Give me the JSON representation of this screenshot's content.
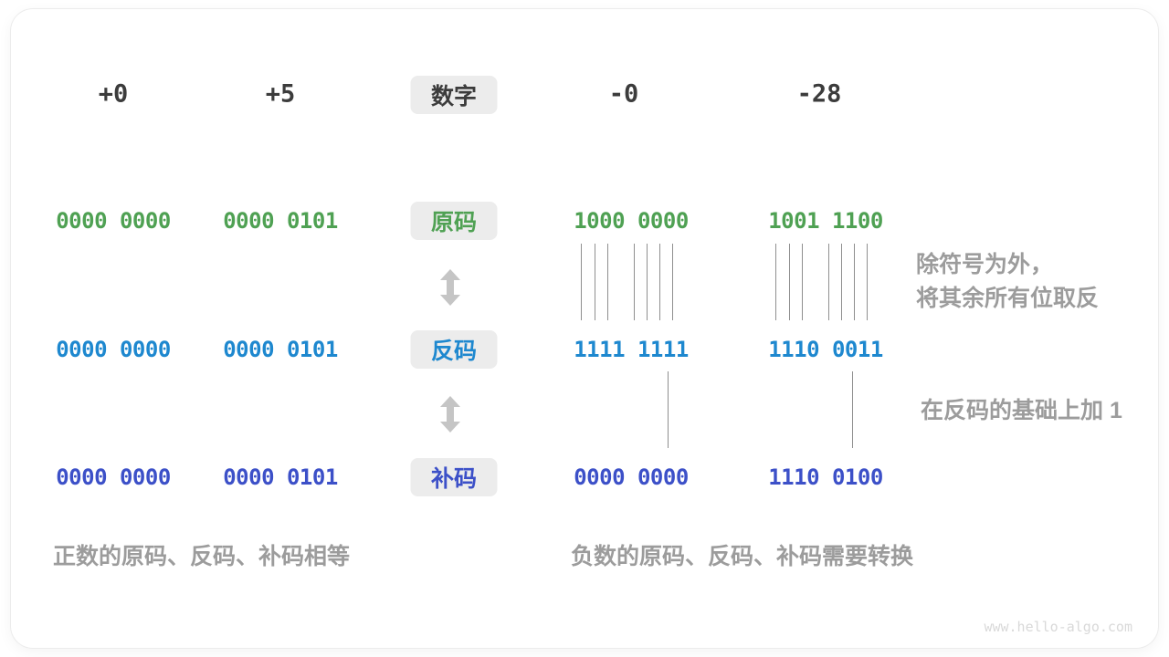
{
  "figure": {
    "title_semantic": "sign-magnitude / ones-complement / twos-complement encoding diagram",
    "watermark": "www.hello-algo.com"
  },
  "colors": {
    "sign_magnitude_green": "#4fa153",
    "ones_complement_blue": "#1e88cf",
    "twos_complement_indigo": "#3c50c8",
    "header_dark": "#3c3c3c",
    "annotation_gray": "#9c9c9c",
    "label_box_bg": "#ececec",
    "connector_line_gray": "#8f8f8f",
    "arrow_gray": "#c5c5c5"
  },
  "header": {
    "pos_zero": "+0",
    "pos_five": "+5",
    "center_label": "数字",
    "neg_zero": "-0",
    "neg_twenty_eight": "-28"
  },
  "rows": [
    {
      "label": "原码",
      "values": [
        "0000 0000",
        "0000 0101",
        "1000 0000",
        "1001 1100"
      ]
    },
    {
      "label": "反码",
      "values": [
        "0000 0000",
        "0000 0101",
        "1111 1111",
        "1110 0011"
      ]
    },
    {
      "label": "补码",
      "values": [
        "0000 0000",
        "0000 0101",
        "0000 0000",
        "1110 0100"
      ]
    }
  ],
  "annotations": {
    "invert_line1": "除符号为外，",
    "invert_line2": "将其余所有位取反",
    "add_one": "在反码的基础上加 1"
  },
  "captions": {
    "positive": "正数的原码、反码、补码相等",
    "negative": "负数的原码、反码、补码需要转换"
  }
}
